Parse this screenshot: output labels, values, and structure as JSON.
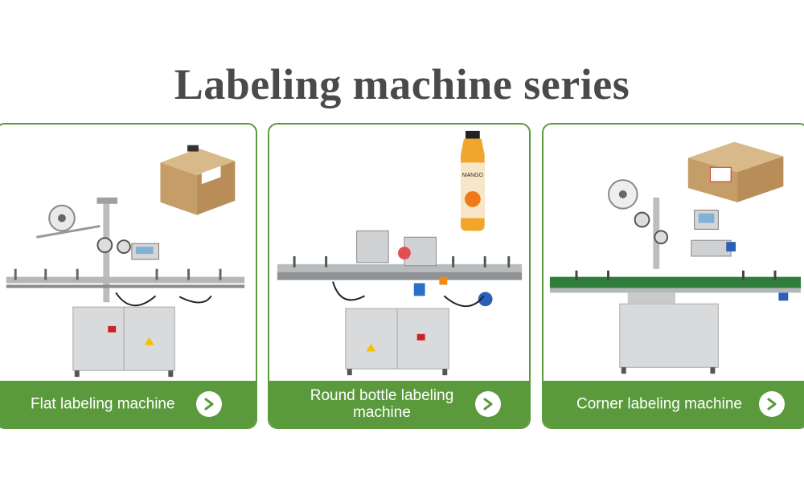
{
  "title": "Labeling machine series",
  "cards": [
    {
      "label": "Flat labeling machine",
      "product": "carton-box",
      "arrow_icon": "arrow-right-icon"
    },
    {
      "label": "Round bottle labeling machine",
      "product": "juice-bottle",
      "arrow_icon": "arrow-right-icon"
    },
    {
      "label": "Corner labeling machine",
      "product": "carton-box",
      "arrow_icon": "arrow-right-icon"
    }
  ],
  "colors": {
    "accent": "#5b9a3c",
    "title": "#4a4a4a",
    "steel": "#c9ccce",
    "conveyor_green": "#2f7d3a"
  }
}
